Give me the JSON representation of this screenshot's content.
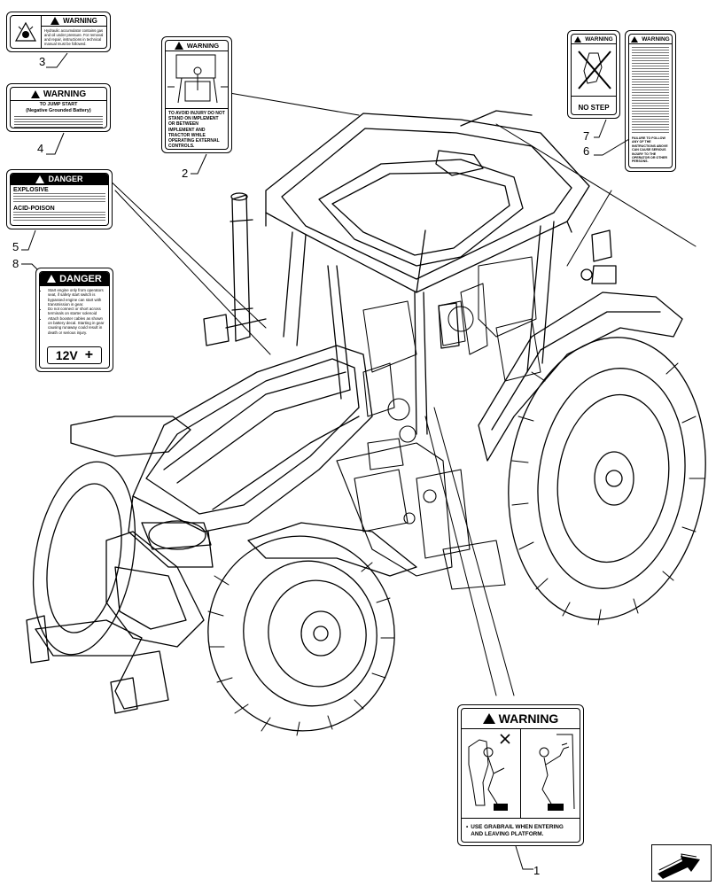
{
  "callouts": {
    "c1": "1",
    "c2": "2",
    "c3": "3",
    "c4": "4",
    "c5": "5",
    "c6": "6",
    "c7": "7",
    "c8": "8"
  },
  "decal3": {
    "header": "WARNING",
    "text": "Hydraulic accumulator contains gas and oil under pressure. For removal and repair, instructions in technical manual must be followed."
  },
  "decal4": {
    "header": "WARNING",
    "title": "TO JUMP START",
    "subtitle": "(Negative Grounded Battery)"
  },
  "decal5": {
    "header": "DANGER",
    "explosive": "EXPLOSIVE",
    "acid": "ACID-POISON"
  },
  "decal8": {
    "header": "DANGER",
    "bullets": [
      "Start engine only from operators seat, if safety start switch is bypassed engine can start with transmission in gear.",
      "Do not connect or short across terminals on starter solenoid",
      "Attach booster cables as shown on battery decal. Starting in gear causing runaway could result in death or serious injury."
    ],
    "voltage": "12V"
  },
  "decal2": {
    "header": "WARNING",
    "text": "TO AVOID INJURY DO NOT STAND ON IMPLEMENT OR BETWEEN IMPLEMENT AND TRACTOR WHILE OPERATING EXTERNAL CONTROLS."
  },
  "decal7": {
    "header": "WARNING",
    "text": "NO STEP"
  },
  "decal6": {
    "header": "WARNING",
    "footer": "FAILURE TO FOLLOW ANY OF THE INSTRUCTIONS ABOVE CAN CAUSE SERIOUS INJURY TO THE OPERATOR OR OTHER PERSONS."
  },
  "decal1": {
    "header": "WARNING",
    "text": "USE GRABRAIL WHEN ENTERING AND LEAVING PLATFORM."
  },
  "colors": {
    "line": "#000000",
    "background": "#ffffff"
  },
  "icons": {
    "nav": "arrow-icon"
  }
}
